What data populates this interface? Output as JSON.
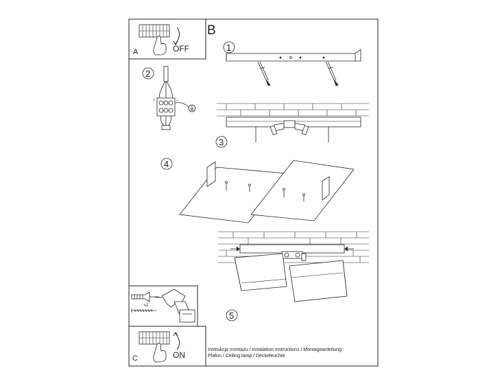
{
  "panels": {
    "a": {
      "letter": "A",
      "switch_label": "OFF"
    },
    "b": {
      "letter": "B"
    },
    "c": {
      "letter": "C",
      "switch_label": "ON"
    }
  },
  "steps": [
    "1",
    "2",
    "3",
    "4",
    "5"
  ],
  "drill_kit": {
    "quantity": "x2"
  },
  "footer": {
    "line1": "Instrukcja montażu / instalation instructions / Montageanleitung",
    "line2": "Plafon / Ceiling lamp / Deckeleuchte"
  },
  "wiring": {
    "terminal_n": "N",
    "terminal_l": "L"
  },
  "colors": {
    "line": "#222222",
    "paper": "#ffffff"
  }
}
